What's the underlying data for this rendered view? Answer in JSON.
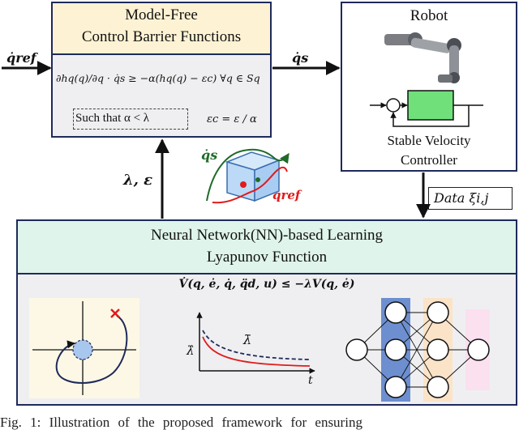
{
  "input_label": "q̇ref",
  "output_label": "q̇s",
  "mfcbf": {
    "title_line1": "Model-Free",
    "title_line2": "Control Barrier Functions",
    "constraint": "∂hq(q)/∂q · q̇s ≥ −α(hq(q) − εc)  ∀q ∈ Sq",
    "such_that": "Such that α < λ",
    "eps_def": "εc = ε / α"
  },
  "robot": {
    "title": "Robot",
    "controller_line1": "Stable Velocity",
    "controller_line2": "Controller"
  },
  "data_label": "Data ξi,j",
  "feedback_label": "λ, ε",
  "cube_labels": {
    "qs": "q̇s",
    "qref": "q̇ref"
  },
  "nn": {
    "title_line1": "Neural Network(NN)-based Learning",
    "title_line2": "Lyapunov Function",
    "inequality": "V̇(q, ė, q̇, q̈d, u) ≤ −λV(q, ė)",
    "plot_lambda_hat": "λ̂",
    "plot_lambda_bar": "λ̄",
    "plot_t": "t"
  },
  "caption": "Fig. 1: Illustration of the proposed framework for ensuring",
  "colors": {
    "navy": "#1f2a5a",
    "mfcbf_header": "#fdf3d4",
    "robot_header": "#fdf3d4",
    "nn_header": "#dff4ea",
    "body_gray": "#efeff1",
    "green_block": "#6fe07a",
    "red": "#e01b1b",
    "dark_green": "#1f6b2a",
    "blue_circle": "#a8c7ee",
    "nn_blue_band": "#6d8fd0",
    "nn_orange_band": "#fbe3c8",
    "nn_pink_band": "#fbe0ef"
  }
}
